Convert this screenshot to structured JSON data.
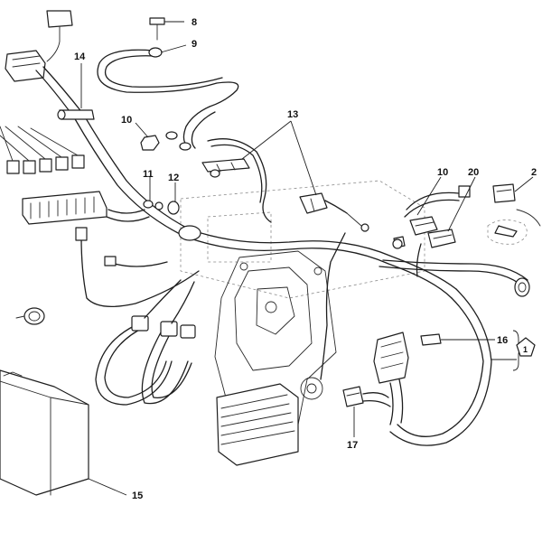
{
  "callouts": [
    {
      "label": "8"
    },
    {
      "label": "9"
    },
    {
      "label": "14"
    },
    {
      "label": "10"
    },
    {
      "label": "13"
    },
    {
      "label": "11"
    },
    {
      "label": "12"
    },
    {
      "label": "10"
    },
    {
      "label": "20"
    },
    {
      "label": "2"
    },
    {
      "label": "16"
    },
    {
      "label": "1"
    },
    {
      "label": "17"
    },
    {
      "label": "15"
    }
  ],
  "colors": {
    "ink": "#1e1e1e",
    "paper": "#ffffff"
  }
}
